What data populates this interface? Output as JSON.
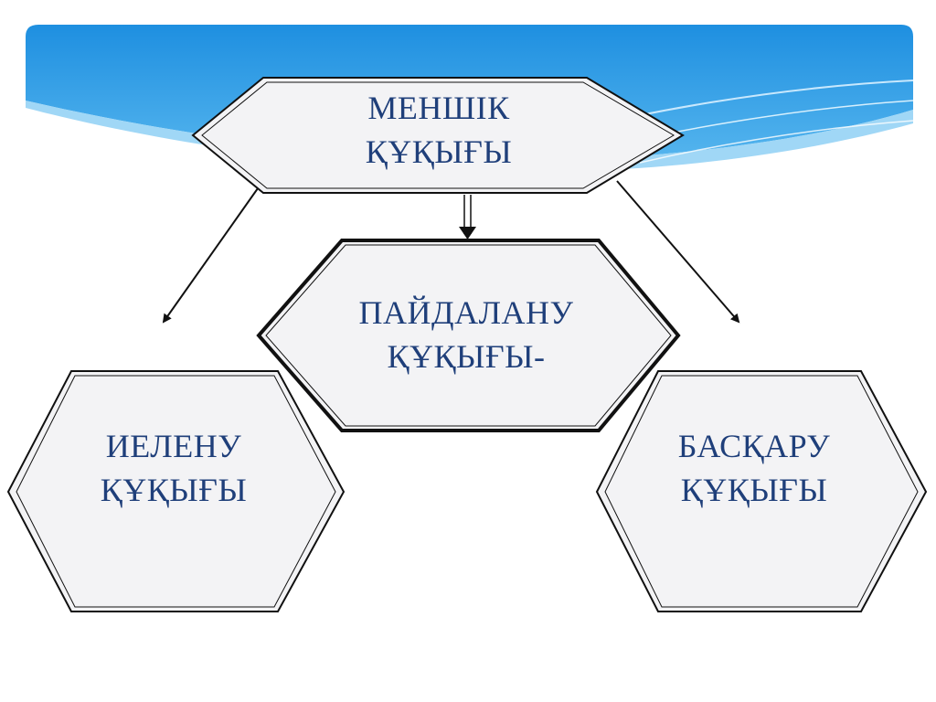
{
  "diagram": {
    "root": {
      "line1": "МЕНШІК",
      "line2": "ҚҰҚЫҒЫ"
    },
    "children": [
      {
        "line1": "ИЕЛЕНУ",
        "line2": "ҚҰҚЫҒЫ"
      },
      {
        "line1": "ПАЙДАЛАНУ",
        "line2": "ҚҰҚЫҒЫ-"
      },
      {
        "line1": "БАСҚАРУ",
        "line2": "ҚҰҚЫҒЫ"
      }
    ]
  },
  "colors": {
    "banner_top": "#1e8fe0",
    "banner_light": "#8fd0f4",
    "shape_fill": "#f3f3f5",
    "shape_stroke": "#111111",
    "text": "#1f3f7a"
  }
}
